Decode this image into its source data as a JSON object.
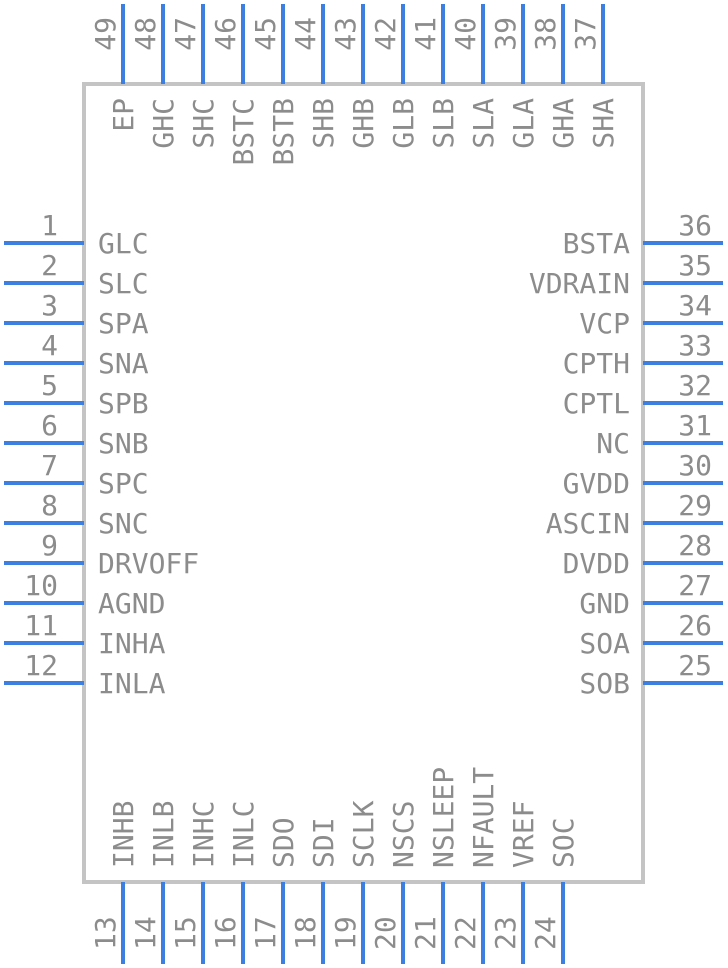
{
  "component": {
    "left_pins": [
      {
        "number": "1",
        "name": "GLC"
      },
      {
        "number": "2",
        "name": "SLC"
      },
      {
        "number": "3",
        "name": "SPA"
      },
      {
        "number": "4",
        "name": "SNA"
      },
      {
        "number": "5",
        "name": "SPB"
      },
      {
        "number": "6",
        "name": "SNB"
      },
      {
        "number": "7",
        "name": "SPC"
      },
      {
        "number": "8",
        "name": "SNC"
      },
      {
        "number": "9",
        "name": "DRVOFF"
      },
      {
        "number": "10",
        "name": "AGND"
      },
      {
        "number": "11",
        "name": "INHA"
      },
      {
        "number": "12",
        "name": "INLA"
      }
    ],
    "bottom_pins": [
      {
        "number": "13",
        "name": "INHB"
      },
      {
        "number": "14",
        "name": "INLB"
      },
      {
        "number": "15",
        "name": "INHC"
      },
      {
        "number": "16",
        "name": "INLC"
      },
      {
        "number": "17",
        "name": "SDO"
      },
      {
        "number": "18",
        "name": "SDI"
      },
      {
        "number": "19",
        "name": "SCLK"
      },
      {
        "number": "20",
        "name": "NSCS"
      },
      {
        "number": "21",
        "name": "NSLEEP"
      },
      {
        "number": "22",
        "name": "NFAULT"
      },
      {
        "number": "23",
        "name": "VREF"
      },
      {
        "number": "24",
        "name": "SOC"
      }
    ],
    "right_pins": [
      {
        "number": "25",
        "name": "SOB"
      },
      {
        "number": "26",
        "name": "SOA"
      },
      {
        "number": "27",
        "name": "GND"
      },
      {
        "number": "28",
        "name": "DVDD"
      },
      {
        "number": "29",
        "name": "ASCIN"
      },
      {
        "number": "30",
        "name": "GVDD"
      },
      {
        "number": "31",
        "name": "NC"
      },
      {
        "number": "32",
        "name": "CPTL"
      },
      {
        "number": "33",
        "name": "CPTH"
      },
      {
        "number": "34",
        "name": "VCP"
      },
      {
        "number": "35",
        "name": "VDRAIN"
      },
      {
        "number": "36",
        "name": "BSTA"
      }
    ],
    "top_pins": [
      {
        "number": "37",
        "name": "SHA"
      },
      {
        "number": "38",
        "name": "GHA"
      },
      {
        "number": "39",
        "name": "GLA"
      },
      {
        "number": "40",
        "name": "SLA"
      },
      {
        "number": "41",
        "name": "SLB"
      },
      {
        "number": "42",
        "name": "GLB"
      },
      {
        "number": "43",
        "name": "GHB"
      },
      {
        "number": "44",
        "name": "SHB"
      },
      {
        "number": "45",
        "name": "BSTB"
      },
      {
        "number": "46",
        "name": "BSTC"
      },
      {
        "number": "47",
        "name": "SHC"
      },
      {
        "number": "48",
        "name": "GHC"
      },
      {
        "number": "49",
        "name": "EP"
      }
    ]
  },
  "colors": {
    "pin": "#3d7fe0",
    "body_outline": "#c4c4c4",
    "text": "#8c8c8c"
  }
}
